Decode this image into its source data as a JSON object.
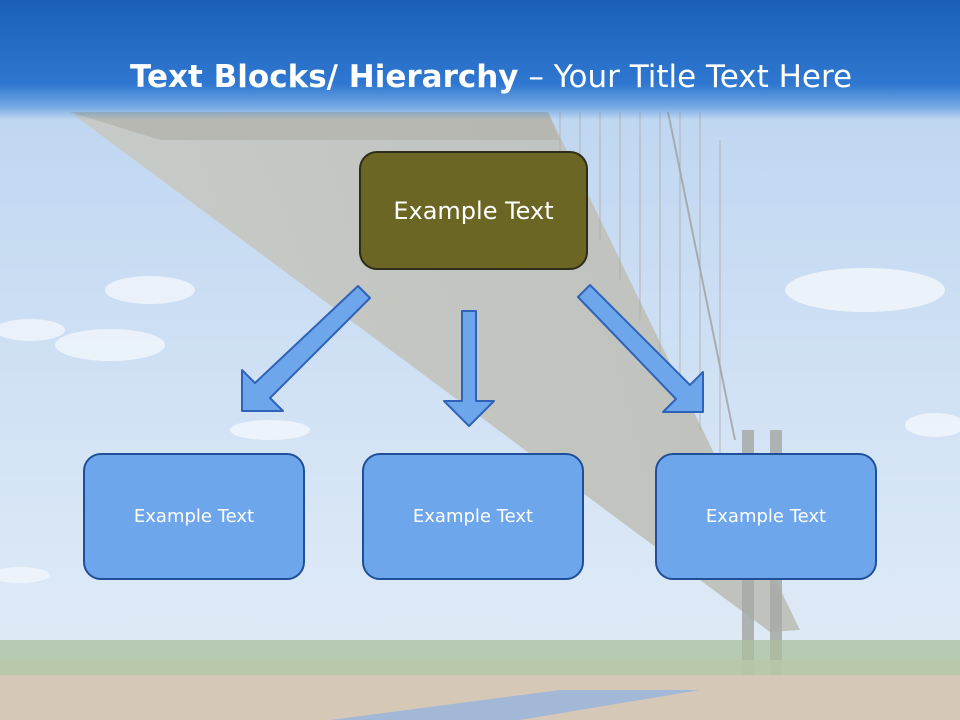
{
  "title": {
    "bold_part": "Text Blocks/ Hierarchy",
    "dash": " – ",
    "rest": "Your Title Text Here"
  },
  "hierarchy": {
    "top": "Example Text",
    "children": [
      "Example Text",
      "Example Text",
      "Example Text"
    ]
  },
  "colors": {
    "title_band": "#1b5fb8",
    "top_box_fill": "#6b6624",
    "child_box_fill": "#6ea6ec",
    "arrow_fill": "#6ea6ec",
    "arrow_stroke": "#2f63b8"
  }
}
